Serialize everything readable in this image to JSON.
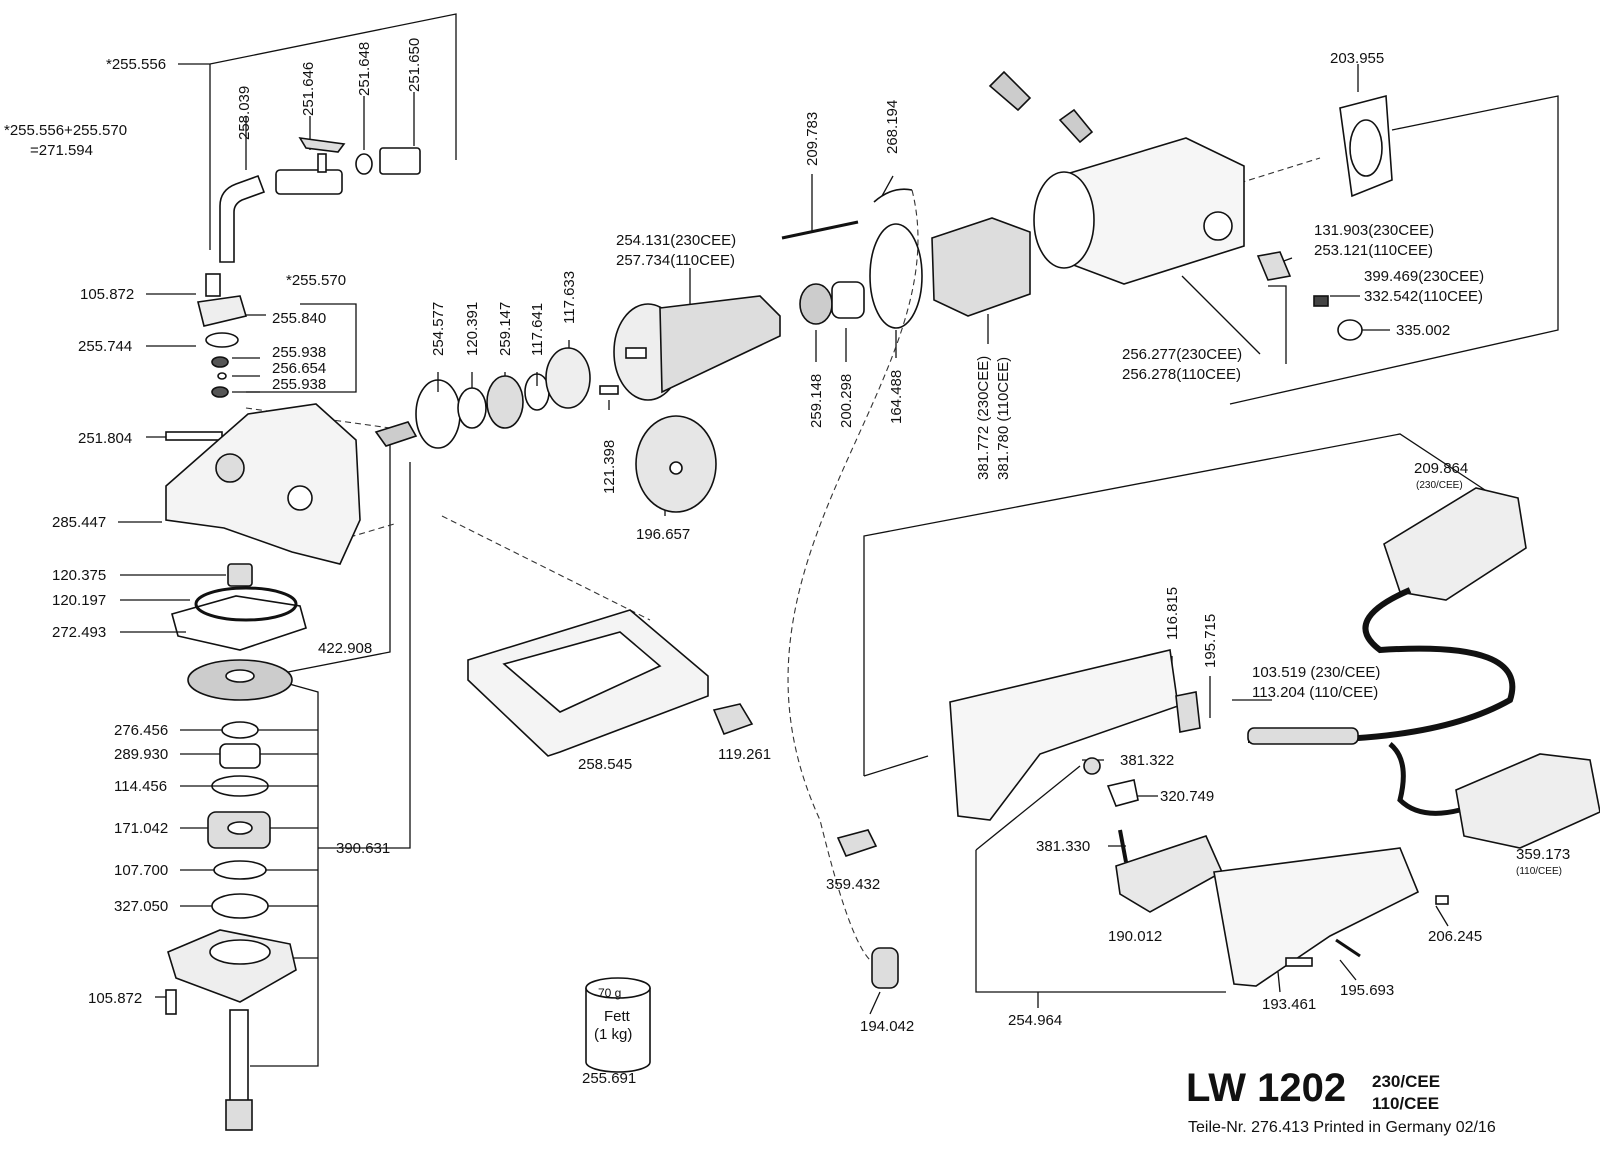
{
  "parts": {
    "p255556": "*255.556",
    "p271594a": "*255.556+255.570",
    "p271594b": "=271.594",
    "p258039": "258.039",
    "p251646": "251.646",
    "p251648": "251.648",
    "p251650": "251.650",
    "p105872a": "105.872",
    "p255570": "*255.570",
    "p255840": "255.840",
    "p255744": "255.744",
    "p255938a": "255.938",
    "p256654": "256.654",
    "p255938b": "255.938",
    "p251804": "251.804",
    "p285447": "285.447",
    "p120375": "120.375",
    "p120197": "120.197",
    "p272493": "272.493",
    "p422908": "422.908",
    "p276456": "276.456",
    "p289930": "289.930",
    "p114456": "114.456",
    "p171042": "171.042",
    "p107700": "107.700",
    "p327050": "327.050",
    "p105872b": "105.872",
    "p390631": "390.631",
    "p254577": "254.577",
    "p120391": "120.391",
    "p259147": "259.147",
    "p117641": "117.641",
    "p117633": "117.633",
    "p121398": "121.398",
    "p254131": "254.131(230CEE)",
    "p257734": "257.734(110CEE)",
    "p196657": "196.657",
    "p209783": "209.783",
    "p268194": "268.194",
    "p259148": "259.148",
    "p200298": "200.298",
    "p164488": "164.488",
    "p381772": "381.772 (230CEE)",
    "p381780": "381.780 (110CEE)",
    "p203955": "203.955",
    "p131903": "131.903(230CEE)",
    "p253121": "253.121(110CEE)",
    "p399469": "399.469(230CEE)",
    "p332542": "332.542(110CEE)",
    "p335002": "335.002",
    "p256277": "256.277(230CEE)",
    "p256278": "256.278(110CEE)",
    "p258545": "258.545",
    "p119261": "119.261",
    "p209864": "209.864",
    "p209864s": "(230/CEE)",
    "p116815": "116.815",
    "p195715": "195.715",
    "p103519": "103.519 (230/CEE)",
    "p113204": "113.204 (110/CEE)",
    "p381322": "381.322",
    "p320749": "320.749",
    "p381330": "381.330",
    "p359432": "359.432",
    "p190012": "190.012",
    "p359173": "359.173",
    "p359173s": "(110/CEE)",
    "p206245": "206.245",
    "p195693": "195.693",
    "p193461": "193.461",
    "p194042": "194.042",
    "p254964": "254.964",
    "p255691": "255.691"
  },
  "grease": {
    "weight": "70 g",
    "name": "Fett",
    "pack": "(1 kg)"
  },
  "title": {
    "model": "LW 1202",
    "volt1": "230/CEE",
    "volt2": "110/CEE",
    "footer": "Teile-Nr. 276.413 Printed in Germany 02/16"
  }
}
